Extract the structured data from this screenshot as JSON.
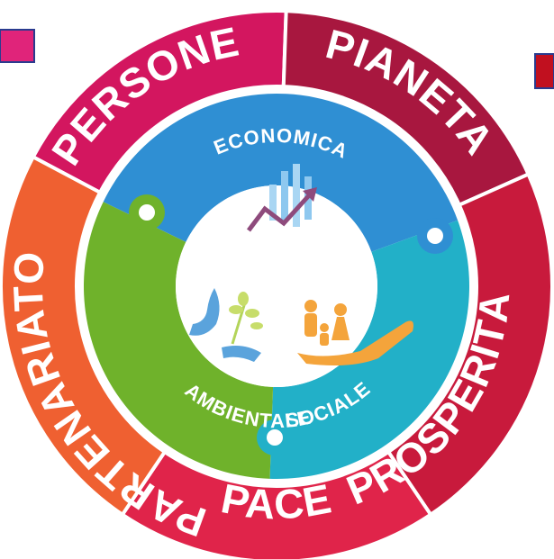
{
  "ring": [
    {
      "label": "PERSONE",
      "color": "#d3165f"
    },
    {
      "label": "PIANETA",
      "color": "#a8173f"
    },
    {
      "label": "PROSPERITÀ",
      "color": "#c81a3c"
    },
    {
      "label": "PACE",
      "color": "#e0244a"
    },
    {
      "label": "PARTENARIATO",
      "color": "#ef6031"
    }
  ],
  "puzzle": [
    {
      "label": "ECONOMICA",
      "color": "#2f8fd3",
      "icon": "chart-icon"
    },
    {
      "label": "SOCIALE",
      "color": "#22b0c8",
      "icon": "family-hand-icon"
    },
    {
      "label": "AMBIENTALE",
      "color": "#6fb22b",
      "icon": "plant-hands-icon"
    }
  ],
  "legend": [
    {
      "color": "#e0247a"
    },
    {
      "color": "#c1101f"
    }
  ]
}
